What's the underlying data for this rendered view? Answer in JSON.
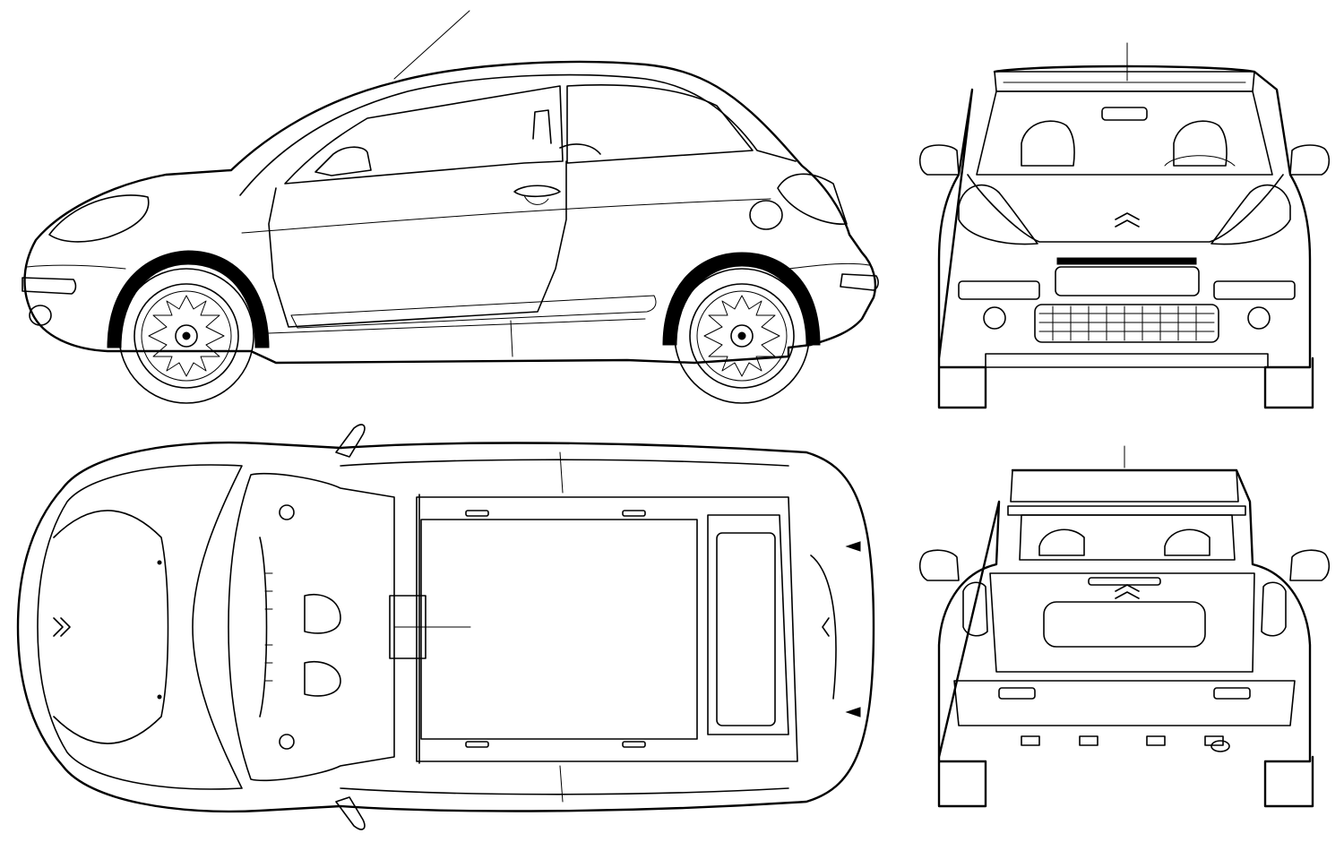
{
  "drawing": {
    "views": [
      {
        "id": "side",
        "label": ""
      },
      {
        "id": "front",
        "label": ""
      },
      {
        "id": "top",
        "label": ""
      },
      {
        "id": "rear",
        "label": ""
      }
    ],
    "colors": {
      "line": "#000000",
      "background": "#ffffff"
    }
  }
}
